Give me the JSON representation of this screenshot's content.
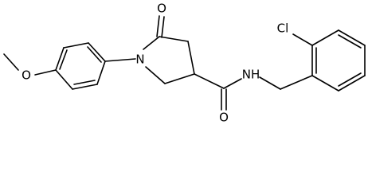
{
  "molecule": {
    "atoms": {
      "methoxy_o": "O",
      "ring_n": "N",
      "lactam_o": "O",
      "amide_o": "O",
      "amide_nh": "NH",
      "chloro": "Cl"
    }
  }
}
